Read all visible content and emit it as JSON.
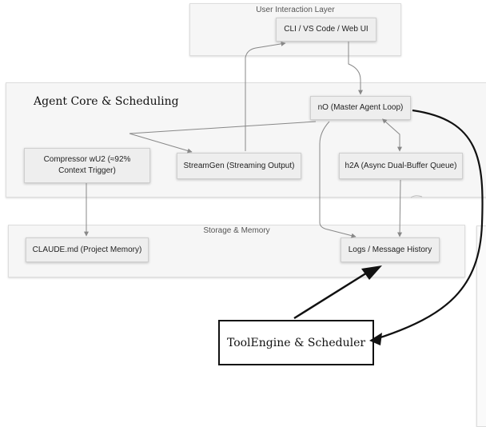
{
  "layers": {
    "user": {
      "title": "User Interaction Layer"
    },
    "core": {
      "title": "Agent Core & Scheduling"
    },
    "storage": {
      "title": "Storage & Memory"
    }
  },
  "nodes": {
    "cli": "CLI / VS Code / Web UI",
    "master": "nO (Master Agent Loop)",
    "compressor": "Compressor wU2 (≈92% Context Trigger)",
    "streamgen": "StreamGen (Streaming Output)",
    "queue": "h2A (Async Dual-Buffer Queue)",
    "claude": "CLAUDE.md (Project Memory)",
    "logs": "Logs / Message History"
  },
  "annotation": {
    "tool_engine": "ToolEngine & Scheduler"
  },
  "colors": {
    "diagram_edge": "#888888",
    "hand_drawn": "#111111"
  }
}
